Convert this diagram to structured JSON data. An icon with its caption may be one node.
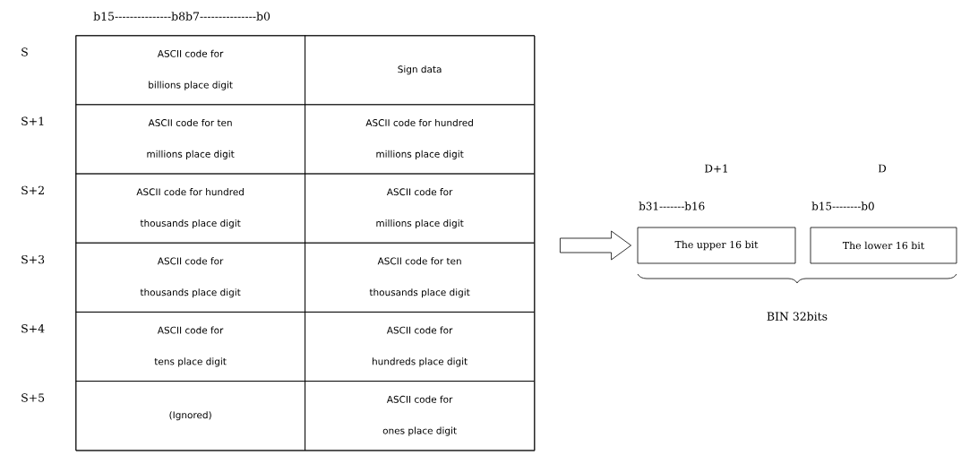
{
  "diagram": {
    "nodes": [
      {
        "text": [],
        "shape": "box"
      },
      {
        "text": [
          "ASCII code for billions place digit"
        ],
        "in": 0
      },
      {
        "text": [
          "Sign data"
        ],
        "in": 0
      },
      {
        "text": [
          "ASCII code for ten millions place digit"
        ],
        "in": 0
      },
      {
        "text": [
          "ASCII code for hundred millions place digit"
        ],
        "in": 0
      },
      {
        "text": [
          "ASCII code for hundred thousands place digit"
        ],
        "in": 0
      },
      {
        "text": [
          "ASCII code for millions place digit"
        ],
        "in": 0
      },
      {
        "text": [
          "ASCII code for thousands place digit"
        ],
        "in": 0
      },
      {
        "text": [
          "ASCII code for ten thousands place digit"
        ],
        "in": 0
      },
      {
        "text": [
          "ASCII code for tens place digit"
        ],
        "in": 0
      },
      {
        "text": [
          "ASCII code for hundreds place digit"
        ],
        "in": 0
      },
      {
        "text": [
          "(Ignored)"
        ],
        "in": 0
      },
      {
        "text": [
          "ASCII code for ones place digit"
        ],
        "in": 0
      },
      {
        "text": [
          "The upper 16 bit"
        ],
        "beside": [
          "D+1",
          "b31-------b16"
        ]
      },
      {
        "text": [
          "The lower 16 bit"
        ],
        "beside": [
          "D",
          "b15--------b0"
        ]
      }
    ],
    "edges": [
      {
        "from": 0,
        "to": 13,
        "arrow": "to"
      }
    ],
    "labels": [
      "b15---------------b8b7---------------b0",
      "S",
      "S+1",
      "S+2",
      "S+3",
      "S+4",
      "S+5",
      "BIN 32bits"
    ]
  }
}
